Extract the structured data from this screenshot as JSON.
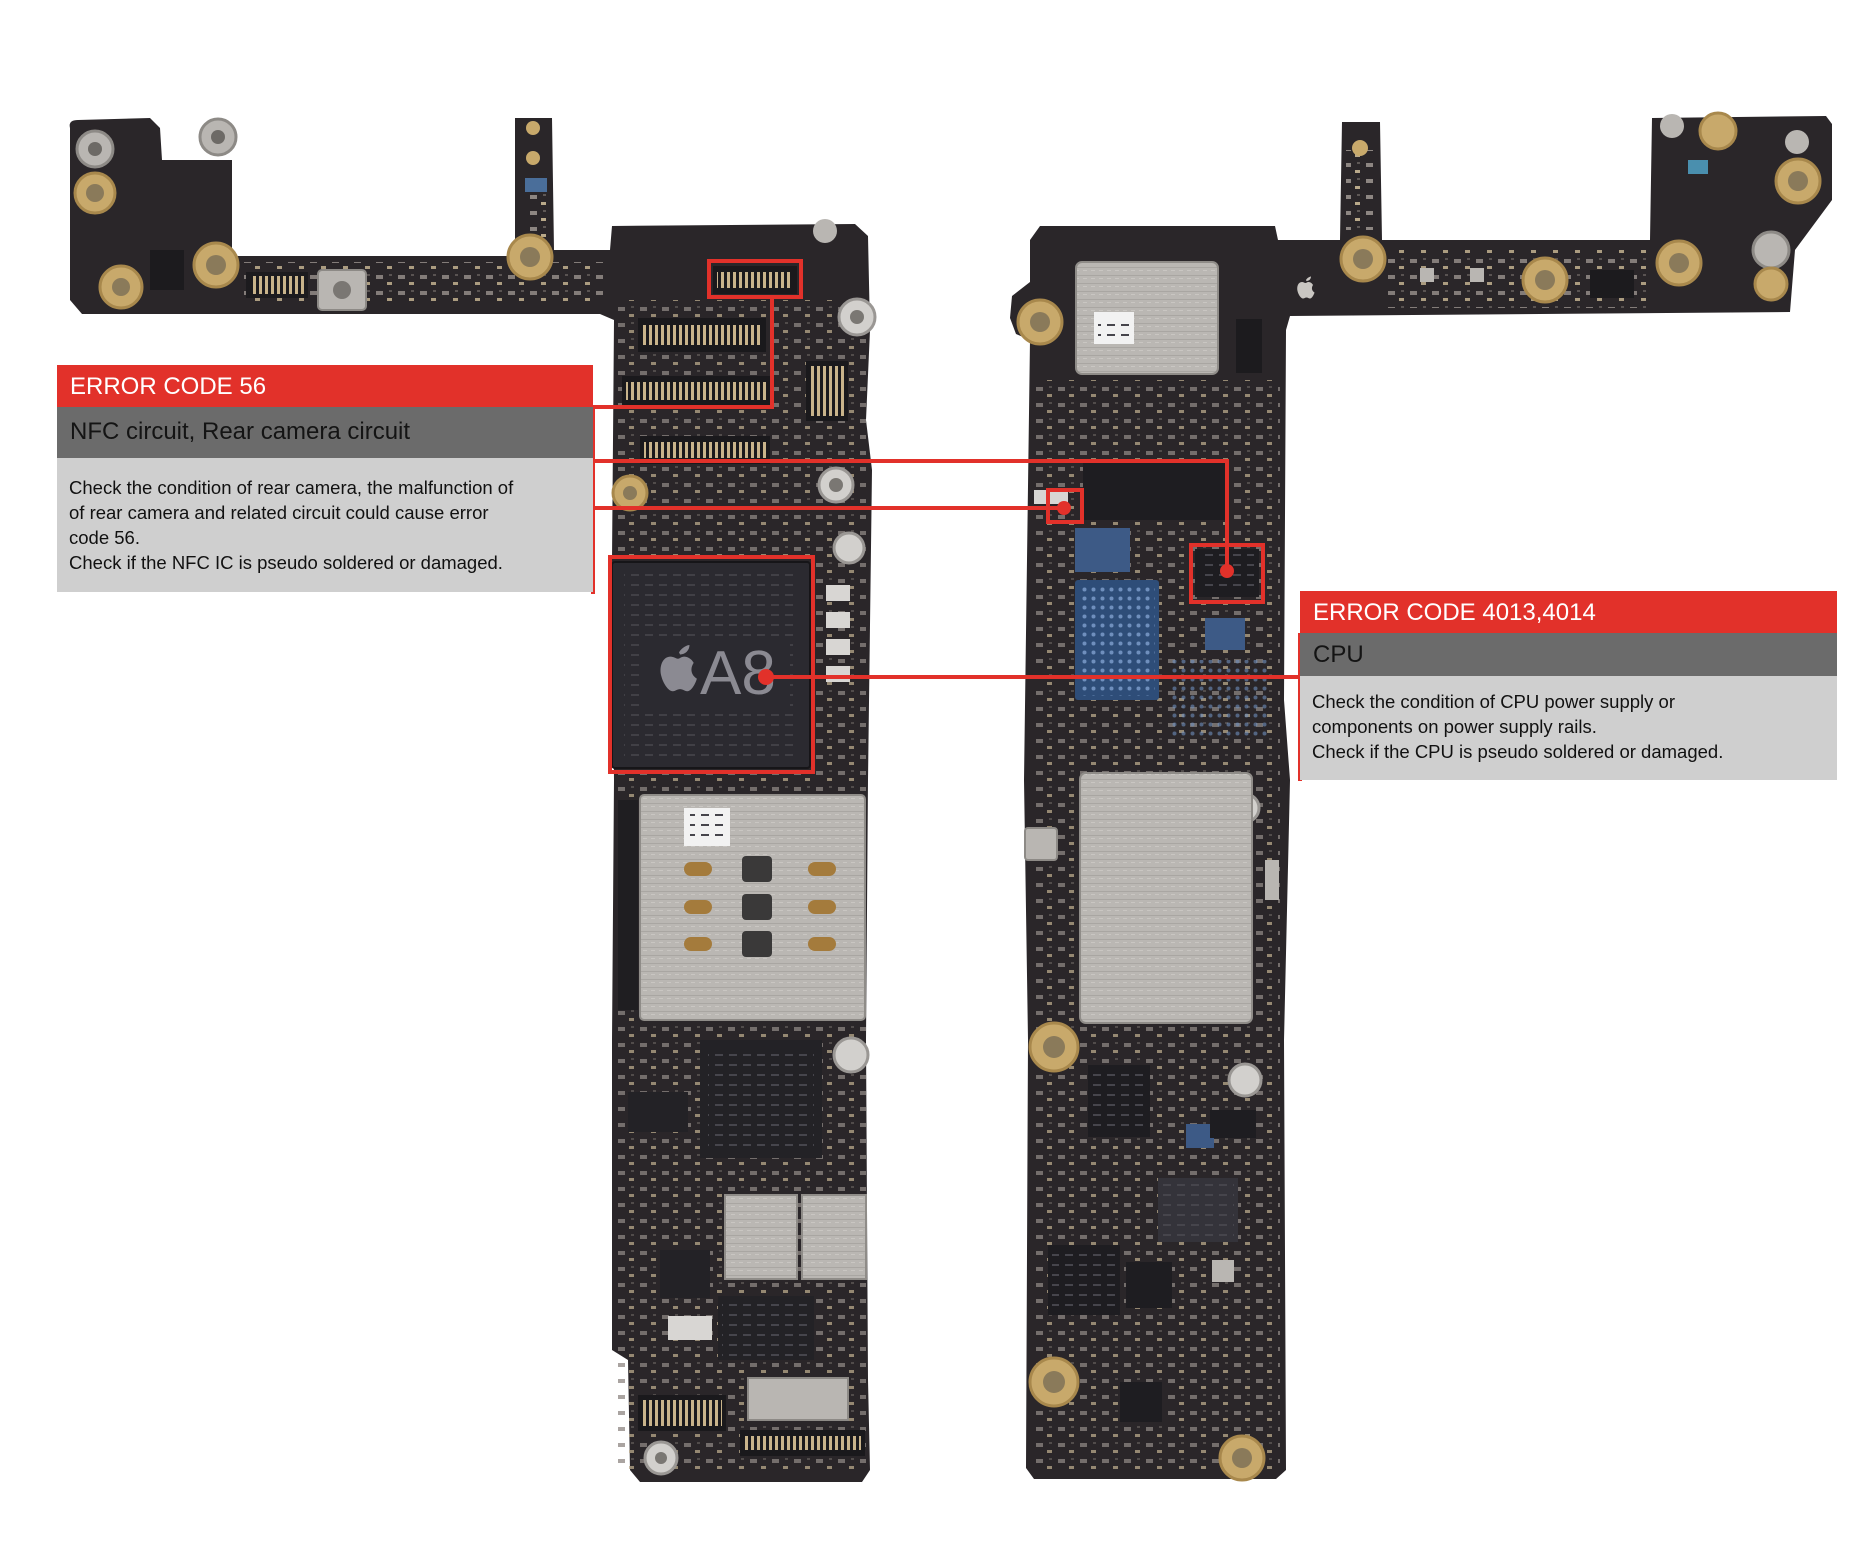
{
  "callouts": [
    {
      "code": "ERROR CODE 56",
      "title": "NFC circuit, Rear camera circuit",
      "lines": [
        "Check the condition of rear camera, the malfunction of",
        "of rear camera and related circuit could cause error",
        "code 56.",
        "Check if the NFC IC is pseudo soldered or damaged."
      ]
    },
    {
      "code": "ERROR CODE 4013,4014",
      "title": "CPU",
      "lines": [
        "Check the condition of CPU power supply or",
        "components on power supply rails.",
        "Check if the CPU is pseudo soldered or damaged."
      ]
    }
  ],
  "chip_labels": {
    "cpu": "A8"
  },
  "icons": {
    "cpu_logo": "apple-logo-icon"
  },
  "colors": {
    "accent": "#e2312a",
    "subheader": "#6b6b6b",
    "body": "#cfcfcf",
    "board": "#2a2629",
    "gold_pad": "#c8a96b",
    "shield": "#bab7b3"
  }
}
